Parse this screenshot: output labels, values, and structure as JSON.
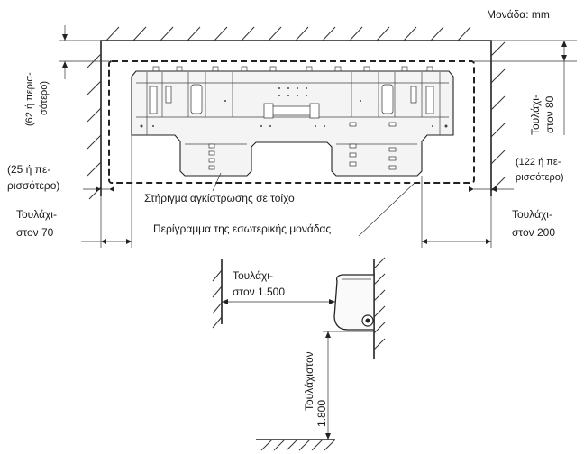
{
  "units": "Μονάδα: mm",
  "top_clearance": {
    "line1": "(62 ή περισ-",
    "line2": "σότερο)"
  },
  "right_clearance_min": {
    "line1": "Τουλάχι-",
    "line2": "στον 80"
  },
  "right_clearance_alt": {
    "line1": "(122 ή πε-",
    "line2": "ρισσότερο)"
  },
  "left_clearance_alt": {
    "line1": "(25 ή πε-",
    "line2": "ρισσότερο)"
  },
  "left_clearance_min": {
    "line1": "Τουλάχι-",
    "line2": "στον 70"
  },
  "right_side_min": {
    "line1": "Τουλάχι-",
    "line2": "στον 200"
  },
  "mounting_plate_label": "Στήριγμα αγκίστρωσης σε τοίχο",
  "indoor_outline_label": "Περίγραμμα της εσωτερικής μονάδας",
  "front_distance": {
    "line1": "Τουλάχι-",
    "line2": "στον 1.500"
  },
  "floor_height": {
    "line1": "Τουλάχιστον",
    "line2": "1.800"
  }
}
